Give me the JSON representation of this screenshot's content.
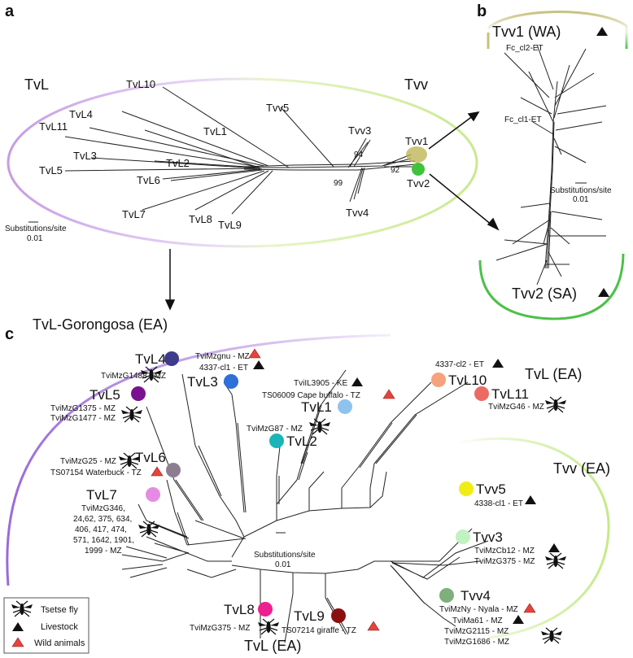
{
  "panels": {
    "a": "a",
    "b": "b",
    "c": "c"
  },
  "panel_a": {
    "group_left": "TvL",
    "group_right": "Tvv",
    "leaves": [
      "TvL10",
      "TvL4",
      "TvL11",
      "TvL3",
      "TvL5",
      "TvL2",
      "TvL6",
      "TvL1",
      "TvL7",
      "TvL8",
      "TvL9",
      "Tvv5",
      "Tvv3",
      "Tvv1",
      "Tvv2",
      "Tvv4"
    ],
    "bootstrap": [
      "94",
      "92",
      "99"
    ],
    "scale_label_1": "Substitutions/site",
    "scale_label_2": "0.01"
  },
  "panel_b": {
    "top_label": "Tvv1 (WA)",
    "bottom_label": "Tvv2 (SA)",
    "isolate_1": "Fc_cl2-ET",
    "isolate_2": "Fc_cl1-ET",
    "scale_label_1": "Substitutions/site",
    "scale_label_2": "0.01"
  },
  "panel_c": {
    "title_top": "TvL-Gorongosa (EA)",
    "title_bottom": "TvL (EA)",
    "group_right_top": "TvL (EA)",
    "group_right_bottom": "Tvv (EA)",
    "scale_label_1": "Substitutions/site",
    "scale_label_2": "0.01",
    "nodes": [
      {
        "name": "TvL4",
        "color": "#3e3a8c"
      },
      {
        "name": "TvL5",
        "color": "#7a1190"
      },
      {
        "name": "TvL3",
        "color": "#2f6fd8"
      },
      {
        "name": "TvL1",
        "color": "#8ec3ee"
      },
      {
        "name": "TvL2",
        "color": "#19b5b9"
      },
      {
        "name": "TvL6",
        "color": "#8d7e8f"
      },
      {
        "name": "TvL7",
        "color": "#e58be5"
      },
      {
        "name": "TvL10",
        "color": "#f6a27c"
      },
      {
        "name": "TvL11",
        "color": "#ec6a63"
      },
      {
        "name": "Tvv5",
        "color": "#f2ec16"
      },
      {
        "name": "Tvv3",
        "color": "#c1f2c0"
      },
      {
        "name": "Tvv4",
        "color": "#7eaf7d"
      },
      {
        "name": "TvL8",
        "color": "#ee1f8e"
      },
      {
        "name": "TvL9",
        "color": "#8c0f0f"
      }
    ],
    "isolates": {
      "tvl4": "TviMzG1488 - MZ",
      "tvl5a": "TviMzG1375 - MZ",
      "tvl5b": "TviMzG1477 - MZ",
      "tvl3a": "TviMzgnu - MZ",
      "tvl3b": "4337-cl1 - ET",
      "tvl1a": "TviIL3905 - KE",
      "tvl1b": "TS06009 Cape buffalo - TZ",
      "tvl2": "TviMzG87 - MZ",
      "tvl10": "4337-cl2 - ET",
      "tvl11": "TviMzG46 - MZ",
      "tvl6a": "TviMzG25 - MZ",
      "tvl6b": "TS07154 Waterbuck - TZ",
      "tvl7_1": "TviMzG346,",
      "tvl7_2": "24,62, 375, 634,",
      "tvl7_3": "406, 417, 474,",
      "tvl7_4": "571, 1642, 1901,",
      "tvl7_5": "1999 - MZ",
      "tvv5": "4338-cl1 - ET",
      "tvv3a": "TviMzCb12 - MZ",
      "tvv3b": "TviMzG375 - MZ",
      "tvv4a": "TviMzNy - Nyala - MZ",
      "tvv4b": "TviMa61 - MZ",
      "tvv4c": "TviMzG2115 - MZ",
      "tvv4d": "TviMzG1686 - MZ",
      "tvl8": "TviMzG375 - MZ",
      "tvl9": "TS07214 giraffe - TZ"
    }
  },
  "legend": {
    "items": [
      {
        "icon": "tsetse-fly-icon",
        "label": "Tsetse fly"
      },
      {
        "icon": "livestock-triangle-icon",
        "label": "Livestock",
        "color": "#111111"
      },
      {
        "icon": "wild-animal-triangle-icon",
        "label": "Wild animals",
        "color": "#e8423b"
      }
    ]
  }
}
